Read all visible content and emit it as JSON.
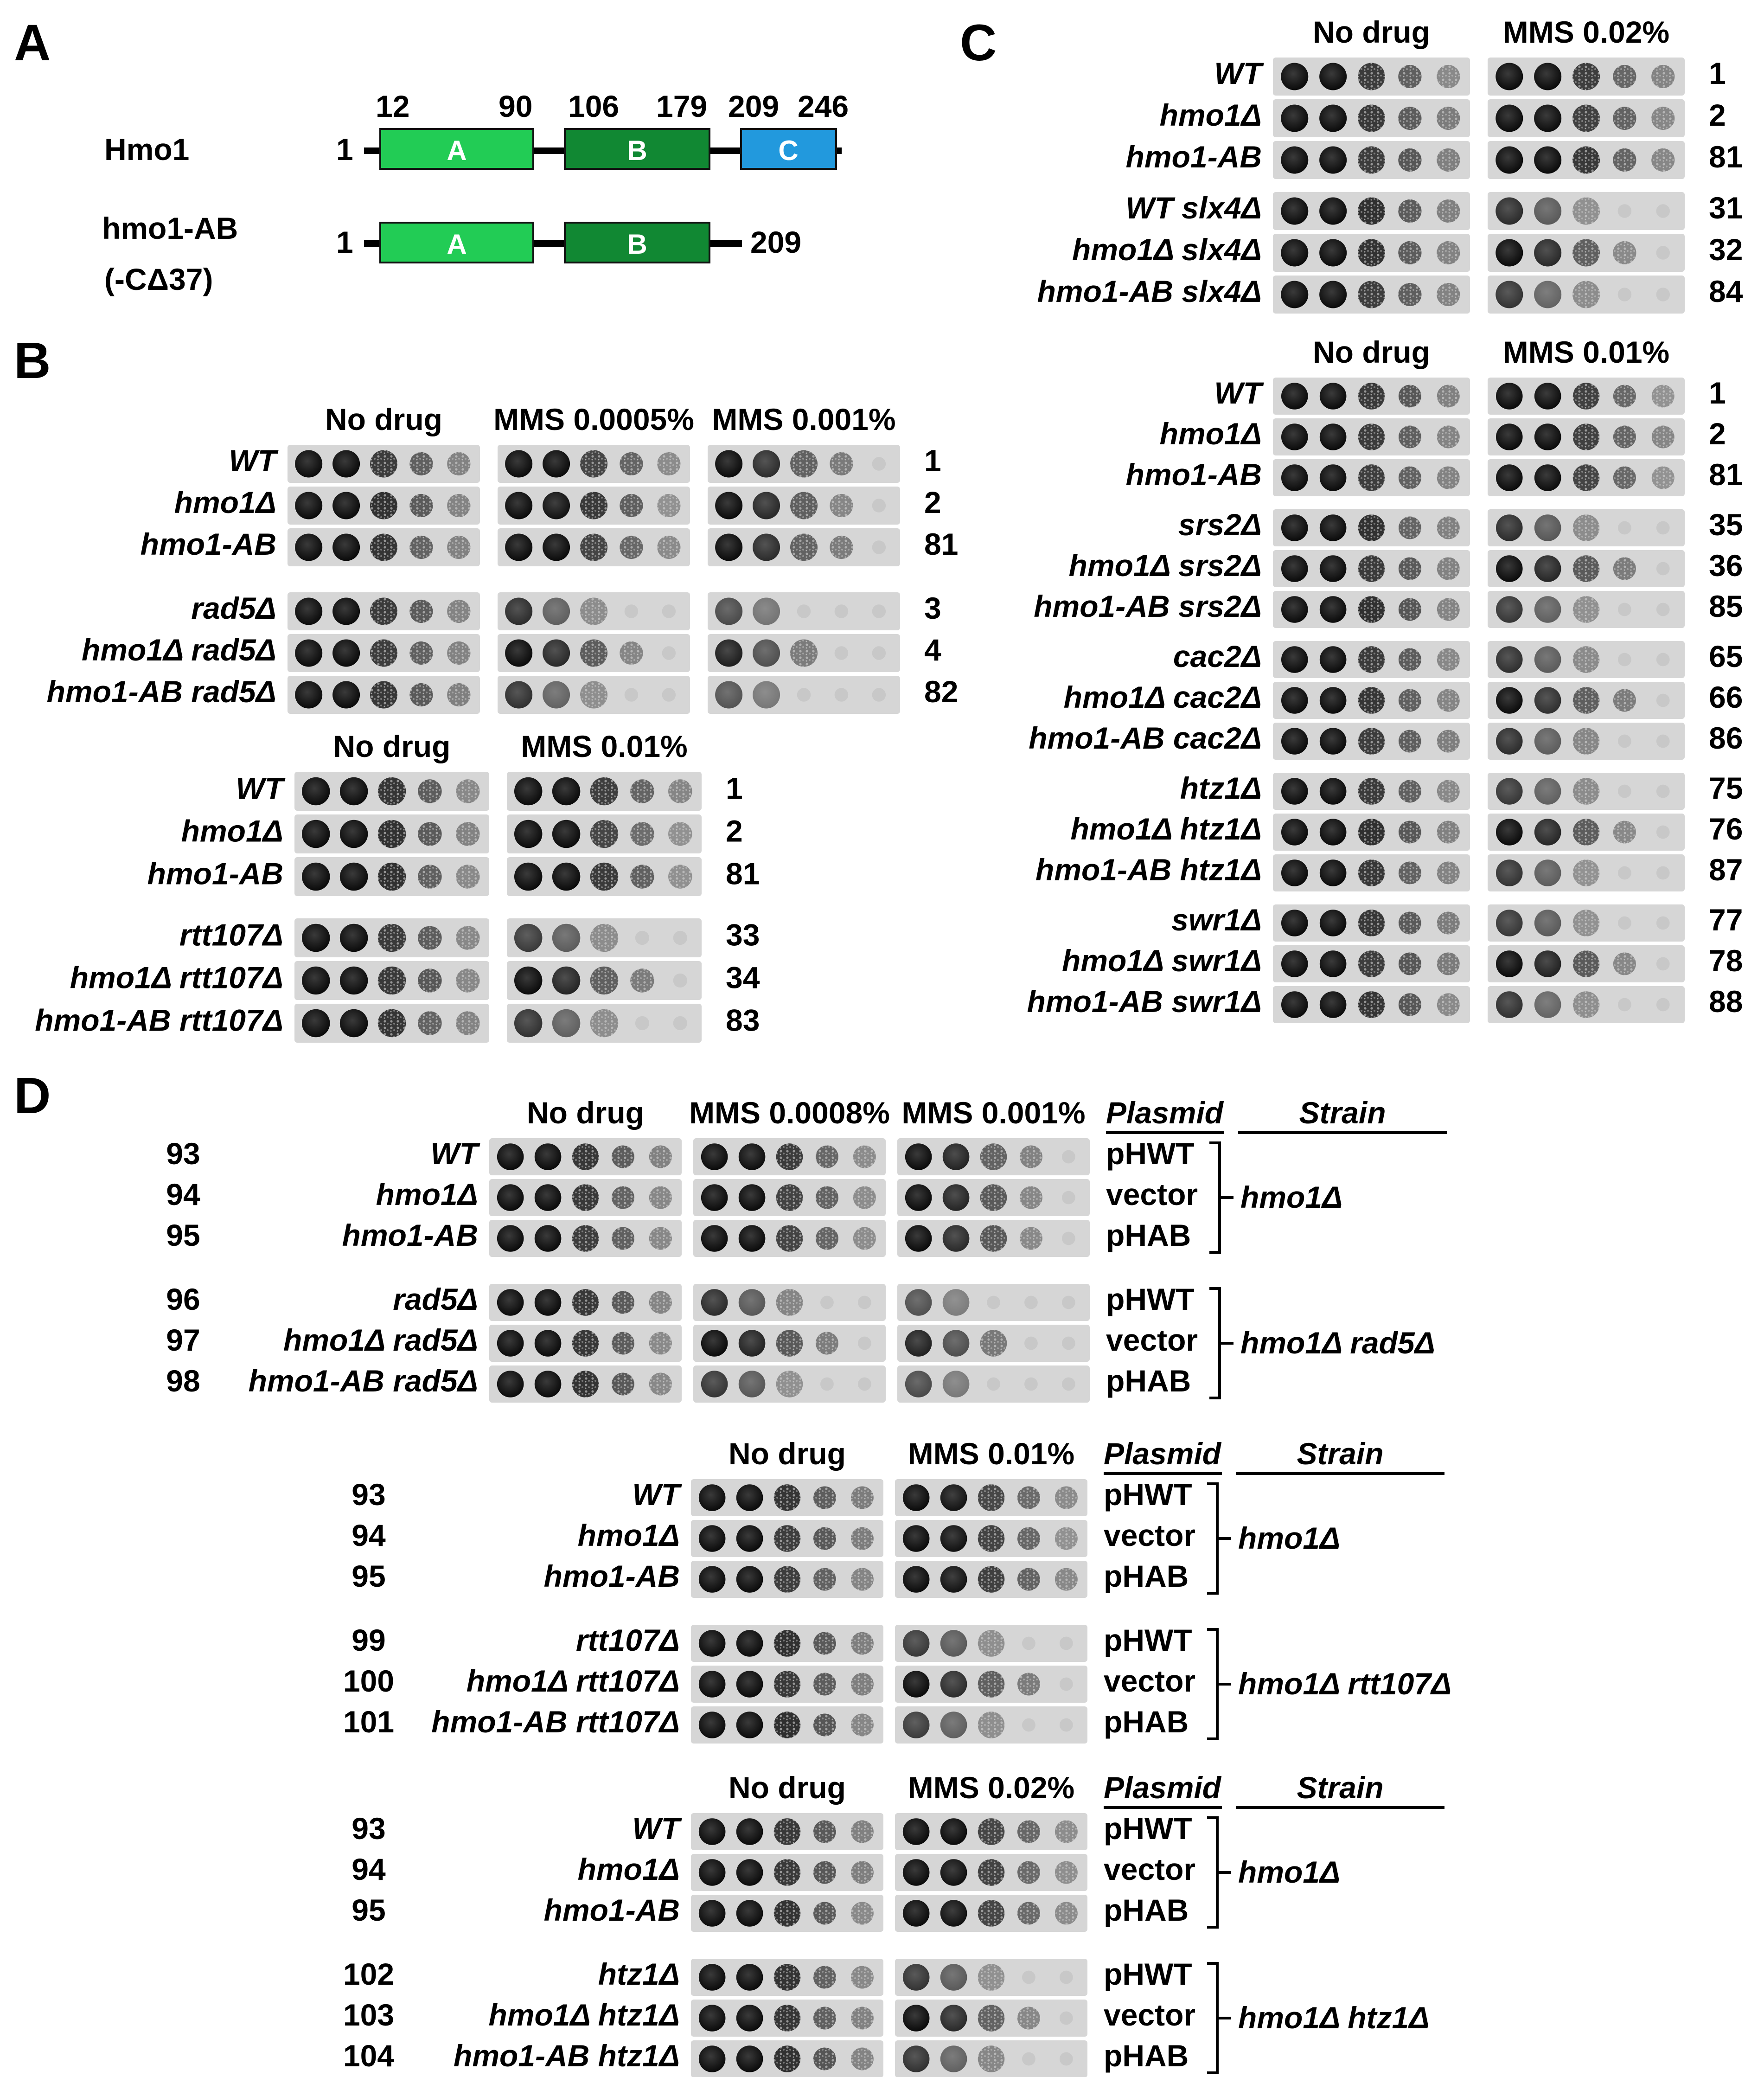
{
  "panel_labels": {
    "a": "A",
    "b": "B",
    "c": "C",
    "d": "D"
  },
  "panel_a": {
    "proteins": [
      {
        "name": "Hmo1",
        "start": "1",
        "domains": [
          {
            "label": "A",
            "start": "12",
            "end": "90",
            "color": "#22cc55"
          },
          {
            "label": "B",
            "start": "106",
            "end": "179",
            "color": "#118833"
          },
          {
            "label": "C",
            "start": "209",
            "end": "246",
            "color": "#2299dd"
          }
        ]
      },
      {
        "name_line1": "hmo1-AB",
        "name_line2": "(-CΔ37)",
        "start": "1",
        "end": "209",
        "domains": [
          {
            "label": "A",
            "color": "#22cc55"
          },
          {
            "label": "B",
            "color": "#118833"
          }
        ]
      }
    ]
  },
  "panel_b": {
    "blocks": [
      {
        "headers": [
          "No drug",
          "MMS 0.0005%",
          "MMS 0.001%"
        ],
        "groups": [
          {
            "rows": [
              {
                "strain": "WT",
                "id": "1"
              },
              {
                "strain": "hmo1Δ",
                "id": "2"
              },
              {
                "strain": "hmo1-AB",
                "id": "81"
              }
            ]
          },
          {
            "rows": [
              {
                "strain": "rad5Δ",
                "id": "3"
              },
              {
                "strain": "hmo1Δ  rad5Δ",
                "id": "4"
              },
              {
                "strain": "hmo1-AB  rad5Δ",
                "id": "82"
              }
            ]
          }
        ]
      },
      {
        "headers": [
          "No drug",
          "MMS 0.01%"
        ],
        "groups": [
          {
            "rows": [
              {
                "strain": "WT",
                "id": "1"
              },
              {
                "strain": "hmo1Δ",
                "id": "2"
              },
              {
                "strain": "hmo1-AB",
                "id": "81"
              }
            ]
          },
          {
            "rows": [
              {
                "strain": "rtt107Δ",
                "id": "33"
              },
              {
                "strain": "hmo1Δ rtt107Δ",
                "id": "34"
              },
              {
                "strain": "hmo1-AB rtt107Δ",
                "id": "83"
              }
            ]
          }
        ]
      }
    ]
  },
  "panel_c": {
    "blocks": [
      {
        "headers": [
          "No drug",
          "MMS 0.02%"
        ],
        "groups": [
          {
            "rows": [
              {
                "strain": "WT",
                "id": "1"
              },
              {
                "strain": "hmo1Δ",
                "id": "2"
              },
              {
                "strain": "hmo1-AB",
                "id": "81"
              }
            ]
          },
          {
            "rows": [
              {
                "strain": "WT  slx4Δ",
                "id": "31"
              },
              {
                "strain": "hmo1Δ  slx4Δ",
                "id": "32"
              },
              {
                "strain": "hmo1-AB  slx4Δ",
                "id": "84"
              }
            ]
          }
        ]
      },
      {
        "headers": [
          "No drug",
          "MMS 0.01%"
        ],
        "groups": [
          {
            "rows": [
              {
                "strain": "WT",
                "id": "1"
              },
              {
                "strain": "hmo1Δ",
                "id": "2"
              },
              {
                "strain": "hmo1-AB",
                "id": "81"
              }
            ]
          },
          {
            "rows": [
              {
                "strain": "srs2Δ",
                "id": "35"
              },
              {
                "strain": "hmo1Δ srs2Δ",
                "id": "36"
              },
              {
                "strain": "hmo1-AB srs2Δ",
                "id": "85"
              }
            ]
          },
          {
            "rows": [
              {
                "strain": "cac2Δ",
                "id": "65"
              },
              {
                "strain": "hmo1Δ cac2Δ",
                "id": "66"
              },
              {
                "strain": "hmo1-AB cac2Δ",
                "id": "86"
              }
            ]
          },
          {
            "rows": [
              {
                "strain": "htz1Δ",
                "id": "75"
              },
              {
                "strain": "hmo1Δ htz1Δ",
                "id": "76"
              },
              {
                "strain": "hmo1-AB htz1Δ",
                "id": "87"
              }
            ]
          },
          {
            "rows": [
              {
                "strain": "swr1Δ",
                "id": "77"
              },
              {
                "strain": "hmo1Δ swr1Δ",
                "id": "78"
              },
              {
                "strain": "hmo1-AB swr1Δ",
                "id": "88"
              }
            ]
          }
        ]
      }
    ]
  },
  "panel_d": {
    "plasmid_header": "Plasmid",
    "strain_header": "Strain",
    "blocks": [
      {
        "headers": [
          "No drug",
          "MMS 0.0008%",
          "MMS 0.001%"
        ],
        "groups": [
          {
            "host": "hmo1Δ",
            "rows": [
              {
                "id": "93",
                "strain": "WT",
                "plasmid": "pHWT"
              },
              {
                "id": "94",
                "strain": "hmo1Δ",
                "plasmid": "vector"
              },
              {
                "id": "95",
                "strain": "hmo1-AB",
                "plasmid": "pHAB"
              }
            ]
          },
          {
            "host": "hmo1Δ  rad5Δ",
            "rows": [
              {
                "id": "96",
                "strain": "rad5Δ",
                "plasmid": "pHWT"
              },
              {
                "id": "97",
                "strain": "hmo1Δ  rad5Δ",
                "plasmid": "vector"
              },
              {
                "id": "98",
                "strain": "hmo1-AB  rad5Δ",
                "plasmid": "pHAB"
              }
            ]
          }
        ]
      },
      {
        "headers": [
          "No drug",
          "MMS 0.01%"
        ],
        "groups": [
          {
            "host": "hmo1Δ",
            "rows": [
              {
                "id": "93",
                "strain": "WT",
                "plasmid": "pHWT"
              },
              {
                "id": "94",
                "strain": "hmo1Δ",
                "plasmid": "vector"
              },
              {
                "id": "95",
                "strain": "hmo1-AB",
                "plasmid": "pHAB"
              }
            ]
          },
          {
            "host": "hmo1Δ rtt107Δ",
            "rows": [
              {
                "id": "99",
                "strain": "rtt107Δ",
                "plasmid": "pHWT"
              },
              {
                "id": "100",
                "strain": "hmo1Δ rtt107Δ",
                "plasmid": "vector"
              },
              {
                "id": "101",
                "strain": "hmo1-AB rtt107Δ",
                "plasmid": "pHAB"
              }
            ]
          }
        ]
      },
      {
        "headers": [
          "No drug",
          "MMS 0.02%"
        ],
        "groups": [
          {
            "host": "hmo1Δ",
            "rows": [
              {
                "id": "93",
                "strain": "WT",
                "plasmid": "pHWT"
              },
              {
                "id": "94",
                "strain": "hmo1Δ",
                "plasmid": "vector"
              },
              {
                "id": "95",
                "strain": "hmo1-AB",
                "plasmid": "pHAB"
              }
            ]
          },
          {
            "host": "hmo1Δ  htz1Δ",
            "rows": [
              {
                "id": "102",
                "strain": "htz1Δ",
                "plasmid": "pHWT"
              },
              {
                "id": "103",
                "strain": "hmo1Δ  htz1Δ",
                "plasmid": "vector"
              },
              {
                "id": "104",
                "strain": "hmo1-AB  htz1Δ",
                "plasmid": "pHAB"
              }
            ]
          }
        ]
      }
    ]
  }
}
